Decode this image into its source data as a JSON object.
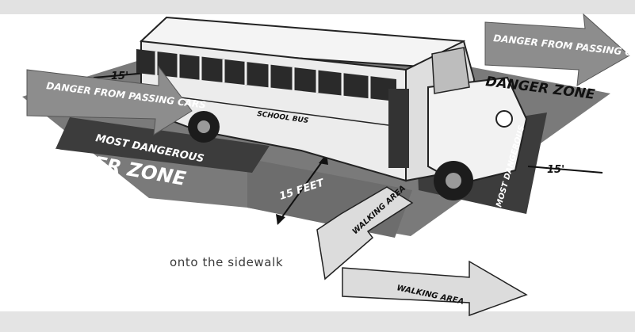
{
  "caption": "onto the sidewalk",
  "labels": {
    "danger_from_passing_cars": "DANGER FROM PASSING CARS",
    "danger_zone_left": "DANGER ZONE",
    "danger_zone_right": "DANGER ZONE",
    "most_dangerous_left": "MOST DANGEROUS",
    "most_dangerous_right": "MOST DANGEROUS",
    "walking_area": "WALKING AREA",
    "school_bus": "SCHOOL BUS",
    "fifteen_feet": "15 FEET",
    "fifteen_mark": "15'"
  },
  "colors": {
    "zone": "#7a7a7a",
    "zone_dark": "#3c3c3c",
    "arrow": "#8d8d8d",
    "walk_arrow": "#dcdcdc",
    "bus_body": "#ececec",
    "outline": "#222222"
  }
}
